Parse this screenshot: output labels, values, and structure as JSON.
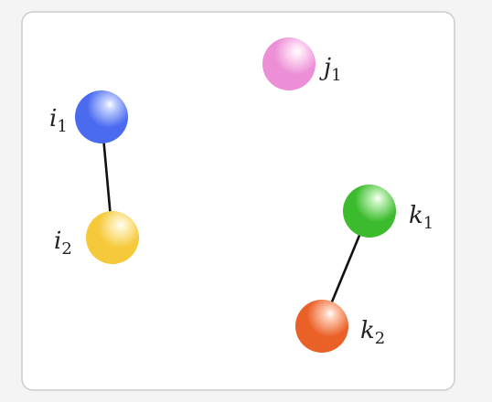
{
  "nodes": [
    {
      "id": "i1",
      "letter": "i",
      "sub": "1",
      "color": "#4a6bf0",
      "highlight": "#c9d6ff"
    },
    {
      "id": "i2",
      "letter": "i",
      "sub": "2",
      "color": "#f5c93a",
      "highlight": "#fff3c4"
    },
    {
      "id": "j1",
      "letter": "j",
      "sub": "1",
      "color": "#ec8fd6",
      "highlight": "#ffe6f7"
    },
    {
      "id": "k1",
      "letter": "k",
      "sub": "1",
      "color": "#3dbb2e",
      "highlight": "#c8f5c0"
    },
    {
      "id": "k2",
      "letter": "k",
      "sub": "2",
      "color": "#ea6128",
      "highlight": "#ffd2bd"
    }
  ],
  "edges": [
    {
      "from": "i1",
      "to": "i2"
    },
    {
      "from": "k1",
      "to": "k2"
    }
  ],
  "frame": {
    "background": "#ffffff",
    "border": "#cccccc"
  }
}
